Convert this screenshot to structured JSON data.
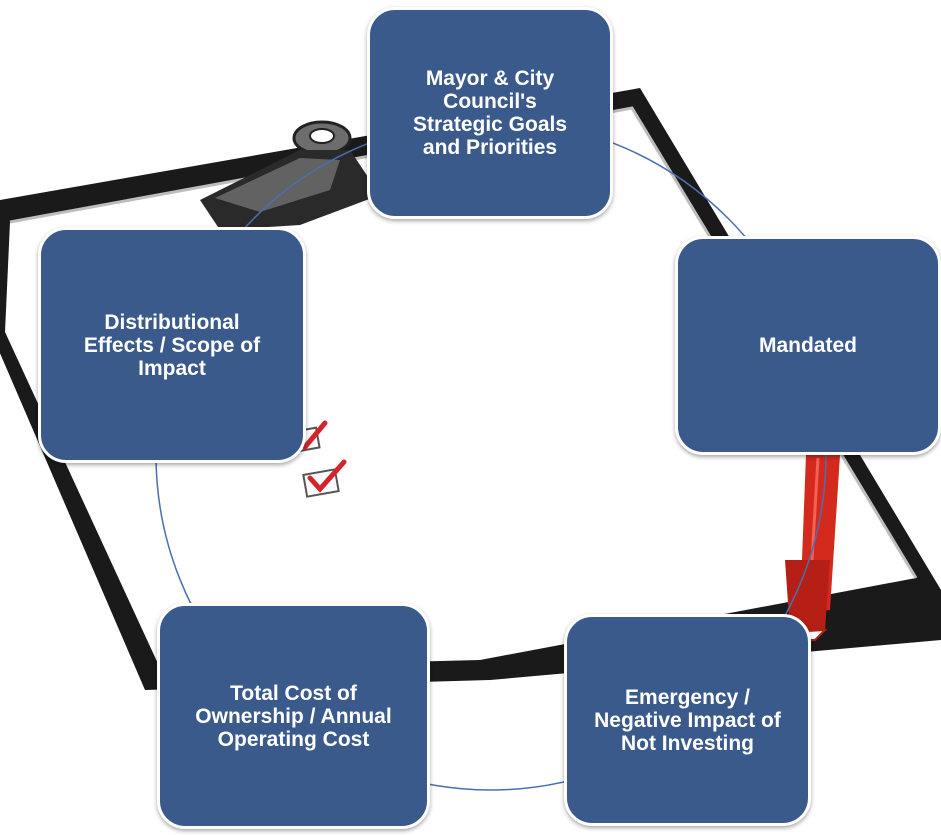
{
  "diagram": {
    "type": "cycle",
    "node_color": "#3a5a8c",
    "ring_color": "#4a6fb0",
    "background_image": "clipboard-with-checkboxes-and-red-pen",
    "nodes": [
      {
        "id": "goals",
        "label": "Mayor & City\nCouncil's\nStrategic Goals\nand Priorities"
      },
      {
        "id": "mandated",
        "label": "Mandated"
      },
      {
        "id": "emergency",
        "label": "Emergency /\nNegative Impact of\nNot Investing"
      },
      {
        "id": "cost",
        "label": "Total Cost of\nOwnership / Annual\nOperating Cost"
      },
      {
        "id": "distribution",
        "label": "Distributional\nEffects  / Scope of\nImpact"
      }
    ]
  }
}
